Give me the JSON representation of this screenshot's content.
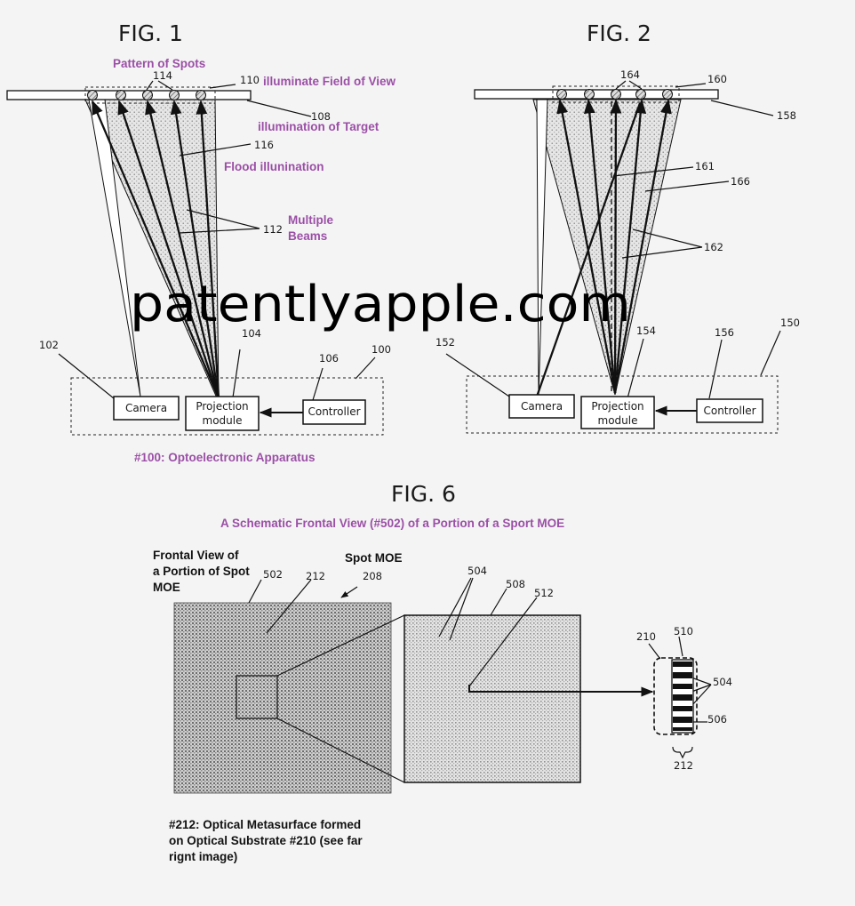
{
  "fig1": {
    "title": "FIG. 1",
    "labels": {
      "pattern_of_spots": "Pattern of Spots",
      "illuminate_fov": "illuminate Field of View",
      "illumination_target": "illumination of Target",
      "flood": "Flood illunination",
      "multiple": "Multiple",
      "beams": "Beams",
      "apparatus": "#100: Optoelectronic Apparatus"
    },
    "refs": {
      "r114": "114",
      "r110": "110",
      "r108": "108",
      "r116": "116",
      "r112": "112",
      "r102": "102",
      "r104": "104",
      "r106": "106",
      "r100": "100"
    },
    "boxes": {
      "camera": "Camera",
      "projection_1": "Projection",
      "projection_2": "module",
      "controller": "Controller"
    }
  },
  "fig2": {
    "title": "FIG. 2",
    "refs": {
      "r164": "164",
      "r160": "160",
      "r158": "158",
      "r161": "161",
      "r166": "166",
      "r162": "162",
      "r152": "152",
      "r154": "154",
      "r156": "156",
      "r150": "150"
    },
    "boxes": {
      "camera": "Camera",
      "projection_1": "Projection",
      "projection_2": "module",
      "controller": "Controller"
    }
  },
  "watermark": "patentlyapple.com",
  "fig6": {
    "title": "FIG. 6",
    "subtitle": "A Schematic Frontal View (#502) of a Portion of a Sport MOE",
    "frontal_1": "Frontal View of",
    "frontal_2": "a Portion of Spot",
    "frontal_3": "MOE",
    "spot_moe": "Spot MOE",
    "caption_1": "#212: Optical Metasurface formed",
    "caption_2": "on Optical Substrate #210 (see far",
    "caption_3": "rignt image)",
    "refs": {
      "r502": "502",
      "r212a": "212",
      "r208": "208",
      "r504a": "504",
      "r508": "508",
      "r512": "512",
      "r210": "210",
      "r510": "510",
      "r504b": "504",
      "r506": "506",
      "r212b": "212"
    }
  }
}
